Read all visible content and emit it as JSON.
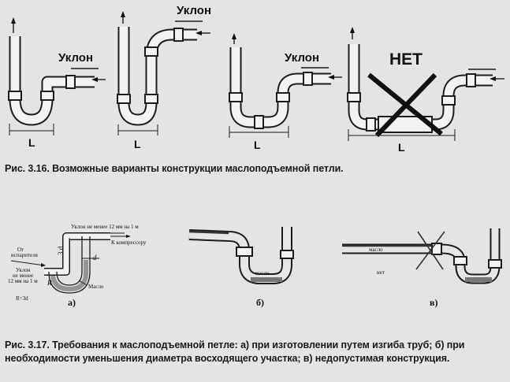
{
  "fig316": {
    "slope_label": "Уклон",
    "length_label": "L",
    "no_label": "НЕТ",
    "caption": "Рис. 3.16. Возможные варианты конструкции маслоподъемной петли."
  },
  "fig317": {
    "a": {
      "slope_top": "Уклон не менее 12 мм на 1 м",
      "to_compressor": "К компрессору",
      "from_evaporator_1": "От",
      "from_evaporator_2": "испарителя",
      "slope_bottom_1": "Уклон",
      "slope_bottom_2": "не менее",
      "slope_bottom_3": "12 мм на 1 м",
      "radius_note": "R=3d",
      "oil": "Масло",
      "dim_3d": "3 d",
      "dim_d": "d",
      "dim_R": "R",
      "label": "а)"
    },
    "b": {
      "oil": "масло",
      "label": "б)"
    },
    "v": {
      "oil": "масло",
      "no": "нет",
      "label": "в)"
    },
    "caption": "Рис. 3.17. Требования к маслоподъемной петле: а) при изготовлении путем изгиба труб; б) при необходимости уменьшения диаметра восходящего участка; в) недопустимая конструкция."
  }
}
